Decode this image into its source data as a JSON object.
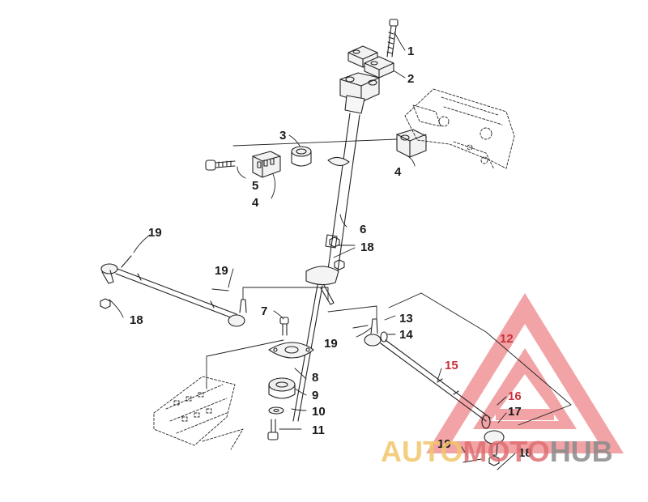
{
  "callouts": {
    "c1": "1",
    "c2": "2",
    "c3": "3",
    "c4a": "4",
    "c4b": "4",
    "c5": "5",
    "c6": "6",
    "c7": "7",
    "c8": "8",
    "c9": "9",
    "c10": "10",
    "c11": "11",
    "c12": "12",
    "c13": "13",
    "c14": "14",
    "c15": "15",
    "c16": "16",
    "c17": "17",
    "c18a": "18",
    "c18b": "18",
    "c18c": "18",
    "c19a": "19",
    "c19b": "19",
    "c19c": "19",
    "c19d": "19"
  },
  "watermark": {
    "part1": "AUTO",
    "part2": "MOTO",
    "part3": "HUB",
    "colors": {
      "auto": "#f2c66b",
      "moto": "#e07074",
      "hub": "#8b8b8b",
      "triangle": "#e8585e"
    }
  }
}
